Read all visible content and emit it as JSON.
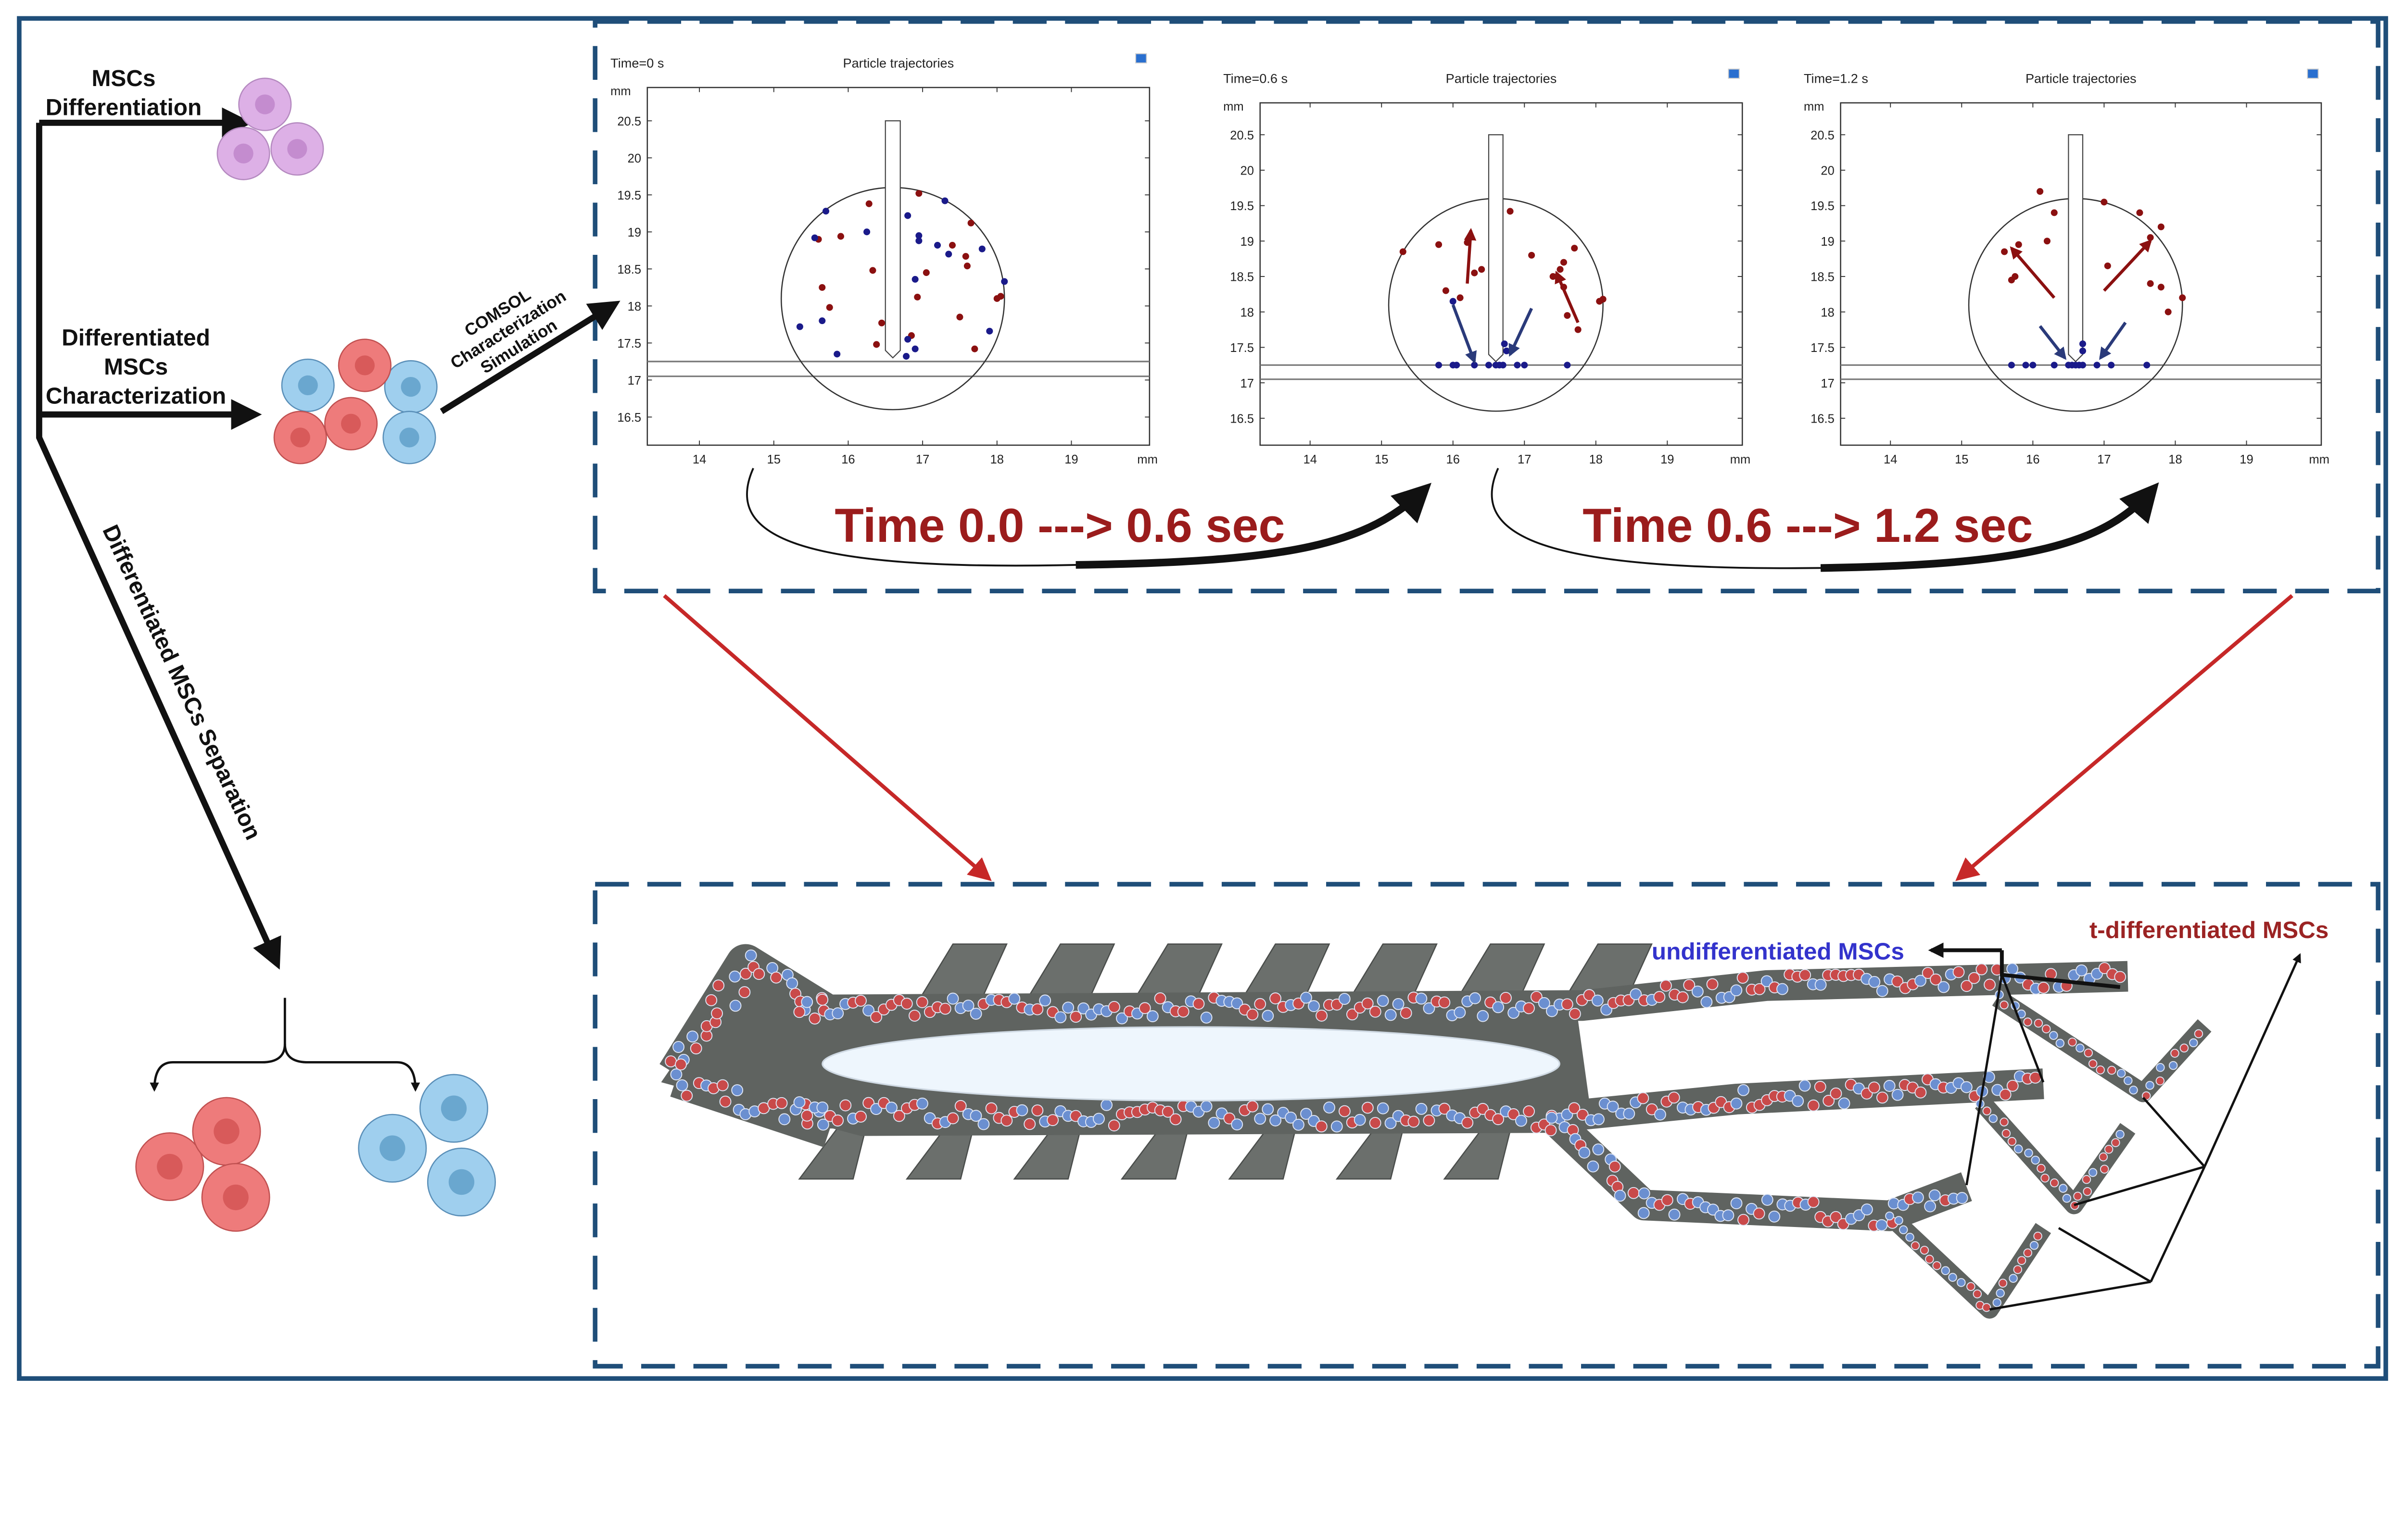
{
  "colors": {
    "frame": "#1f4e79",
    "red": "#9b1c1c",
    "blue": "#3333cc",
    "cell_red": "#ee7b7b",
    "cell_blue": "#9fcfee",
    "cell_purple": "#ddb0e6",
    "device": "#5f6360"
  },
  "left": {
    "step1": [
      "MSCs",
      "Differentiation"
    ],
    "step2": [
      "Differentiated",
      "MSCs",
      "Characterization"
    ],
    "step3": "Differentiated MSCs Separation",
    "sim": [
      "COMSOL",
      "Characterization",
      "Simulation"
    ]
  },
  "transitions": [
    "Time 0.0 ---> 0.6 sec",
    "Time 0.6 ---> 1.2 sec"
  ],
  "labels": {
    "undiff": "undifferentiated MSCs",
    "tdiff": "t-differentiated MSCs"
  },
  "chart_data": [
    {
      "type": "scatter",
      "time_label": "Time=0 s",
      "title": "Particle trajectories",
      "unit": "mm",
      "xlim": [
        13.3,
        20.05
      ],
      "ylim": [
        16.12,
        20.95
      ],
      "xticks": [
        "14",
        "15",
        "16",
        "17",
        "18",
        "19"
      ],
      "yticks": [
        "20.5",
        "20",
        "19.5",
        "19",
        "18.5",
        "18",
        "17.5",
        "17",
        "16.5"
      ],
      "blue": [
        [
          15.7,
          19.28
        ],
        [
          16.25,
          19.0
        ],
        [
          15.55,
          18.92
        ],
        [
          16.8,
          19.22
        ],
        [
          17.3,
          19.42
        ],
        [
          16.95,
          18.95
        ],
        [
          16.95,
          18.88
        ],
        [
          17.2,
          18.82
        ],
        [
          17.35,
          18.7
        ],
        [
          17.8,
          18.77
        ],
        [
          16.9,
          18.36
        ],
        [
          18.1,
          18.33
        ],
        [
          15.35,
          17.72
        ],
        [
          15.65,
          17.8
        ],
        [
          15.85,
          17.35
        ],
        [
          16.8,
          17.55
        ],
        [
          16.9,
          17.42
        ],
        [
          16.78,
          17.32
        ],
        [
          17.9,
          17.66
        ]
      ],
      "red": [
        [
          16.28,
          19.38
        ],
        [
          16.95,
          19.52
        ],
        [
          17.65,
          19.12
        ],
        [
          15.6,
          18.9
        ],
        [
          15.9,
          18.94
        ],
        [
          17.4,
          18.82
        ],
        [
          17.58,
          18.67
        ],
        [
          17.6,
          18.54
        ],
        [
          17.05,
          18.45
        ],
        [
          16.33,
          18.48
        ],
        [
          15.65,
          18.25
        ],
        [
          15.75,
          17.98
        ],
        [
          16.93,
          18.12
        ],
        [
          18.0,
          18.1
        ],
        [
          18.05,
          18.13
        ],
        [
          17.5,
          17.85
        ],
        [
          16.45,
          17.77
        ],
        [
          16.85,
          17.6
        ],
        [
          16.38,
          17.48
        ],
        [
          17.7,
          17.42
        ]
      ],
      "arrows": []
    },
    {
      "type": "scatter",
      "time_label": "Time=0.6 s",
      "title": "Particle trajectories",
      "unit": "mm",
      "xlim": [
        13.3,
        20.05
      ],
      "ylim": [
        16.12,
        20.95
      ],
      "xticks": [
        "14",
        "15",
        "16",
        "17",
        "18",
        "19"
      ],
      "yticks": [
        "20.5",
        "20",
        "19.5",
        "19",
        "18.5",
        "18",
        "17.5",
        "17",
        "16.5"
      ],
      "blue": [
        [
          15.8,
          17.25
        ],
        [
          16.0,
          17.25
        ],
        [
          16.05,
          17.25
        ],
        [
          16.3,
          17.25
        ],
        [
          16.5,
          17.25
        ],
        [
          16.6,
          17.25
        ],
        [
          16.65,
          17.25
        ],
        [
          16.7,
          17.25
        ],
        [
          16.9,
          17.25
        ],
        [
          17.0,
          17.25
        ],
        [
          17.6,
          17.25
        ],
        [
          16.0,
          18.15
        ],
        [
          16.72,
          17.55
        ],
        [
          16.75,
          17.45
        ]
      ],
      "red": [
        [
          15.3,
          18.85
        ],
        [
          15.8,
          18.95
        ],
        [
          16.2,
          18.98
        ],
        [
          16.3,
          18.55
        ],
        [
          16.4,
          18.6
        ],
        [
          16.8,
          19.42
        ],
        [
          17.1,
          18.8
        ],
        [
          17.4,
          18.5
        ],
        [
          17.5,
          18.6
        ],
        [
          17.55,
          18.7
        ],
        [
          17.7,
          18.9
        ],
        [
          17.55,
          18.35
        ],
        [
          18.05,
          18.15
        ],
        [
          18.1,
          18.18
        ],
        [
          15.9,
          18.3
        ],
        [
          16.1,
          18.2
        ],
        [
          17.6,
          17.95
        ],
        [
          17.75,
          17.75
        ]
      ],
      "arrows": [
        {
          "c": "red",
          "from": [
            16.2,
            18.4
          ],
          "to": [
            16.25,
            19.15
          ]
        },
        {
          "c": "red",
          "from": [
            17.75,
            17.85
          ],
          "to": [
            17.45,
            18.55
          ]
        },
        {
          "c": "blue",
          "from": [
            16.0,
            18.1
          ],
          "to": [
            16.3,
            17.3
          ]
        },
        {
          "c": "blue",
          "from": [
            17.1,
            18.05
          ],
          "to": [
            16.8,
            17.4
          ]
        }
      ]
    },
    {
      "type": "scatter",
      "time_label": "Time=1.2 s",
      "title": "Particle trajectories",
      "unit": "mm",
      "xlim": [
        13.3,
        20.05
      ],
      "ylim": [
        16.12,
        20.95
      ],
      "xticks": [
        "14",
        "15",
        "16",
        "17",
        "18",
        "19"
      ],
      "yticks": [
        "20.5",
        "20",
        "19.5",
        "19",
        "18.5",
        "18",
        "17.5",
        "17",
        "16.5"
      ],
      "blue": [
        [
          15.7,
          17.25
        ],
        [
          15.9,
          17.25
        ],
        [
          16.0,
          17.25
        ],
        [
          16.3,
          17.25
        ],
        [
          16.5,
          17.25
        ],
        [
          16.55,
          17.25
        ],
        [
          16.6,
          17.25
        ],
        [
          16.65,
          17.25
        ],
        [
          16.7,
          17.25
        ],
        [
          16.9,
          17.25
        ],
        [
          17.1,
          17.25
        ],
        [
          17.6,
          17.25
        ],
        [
          16.7,
          17.55
        ],
        [
          16.7,
          17.45
        ]
      ],
      "red": [
        [
          15.6,
          18.85
        ],
        [
          15.8,
          18.95
        ],
        [
          15.7,
          18.45
        ],
        [
          16.2,
          19.0
        ],
        [
          16.3,
          19.4
        ],
        [
          16.1,
          19.7
        ],
        [
          17.0,
          19.55
        ],
        [
          17.5,
          19.4
        ],
        [
          17.65,
          19.05
        ],
        [
          17.8,
          19.2
        ],
        [
          17.65,
          18.4
        ],
        [
          17.8,
          18.35
        ],
        [
          17.05,
          18.65
        ],
        [
          18.1,
          18.2
        ],
        [
          15.75,
          18.5
        ],
        [
          17.9,
          18.0
        ]
      ],
      "arrows": [
        {
          "c": "red",
          "from": [
            16.3,
            18.2
          ],
          "to": [
            15.7,
            18.9
          ]
        },
        {
          "c": "red",
          "from": [
            17.0,
            18.3
          ],
          "to": [
            17.65,
            19.0
          ]
        },
        {
          "c": "blue",
          "from": [
            16.1,
            17.8
          ],
          "to": [
            16.45,
            17.35
          ]
        },
        {
          "c": "blue",
          "from": [
            17.3,
            17.85
          ],
          "to": [
            16.95,
            17.35
          ]
        }
      ]
    }
  ]
}
